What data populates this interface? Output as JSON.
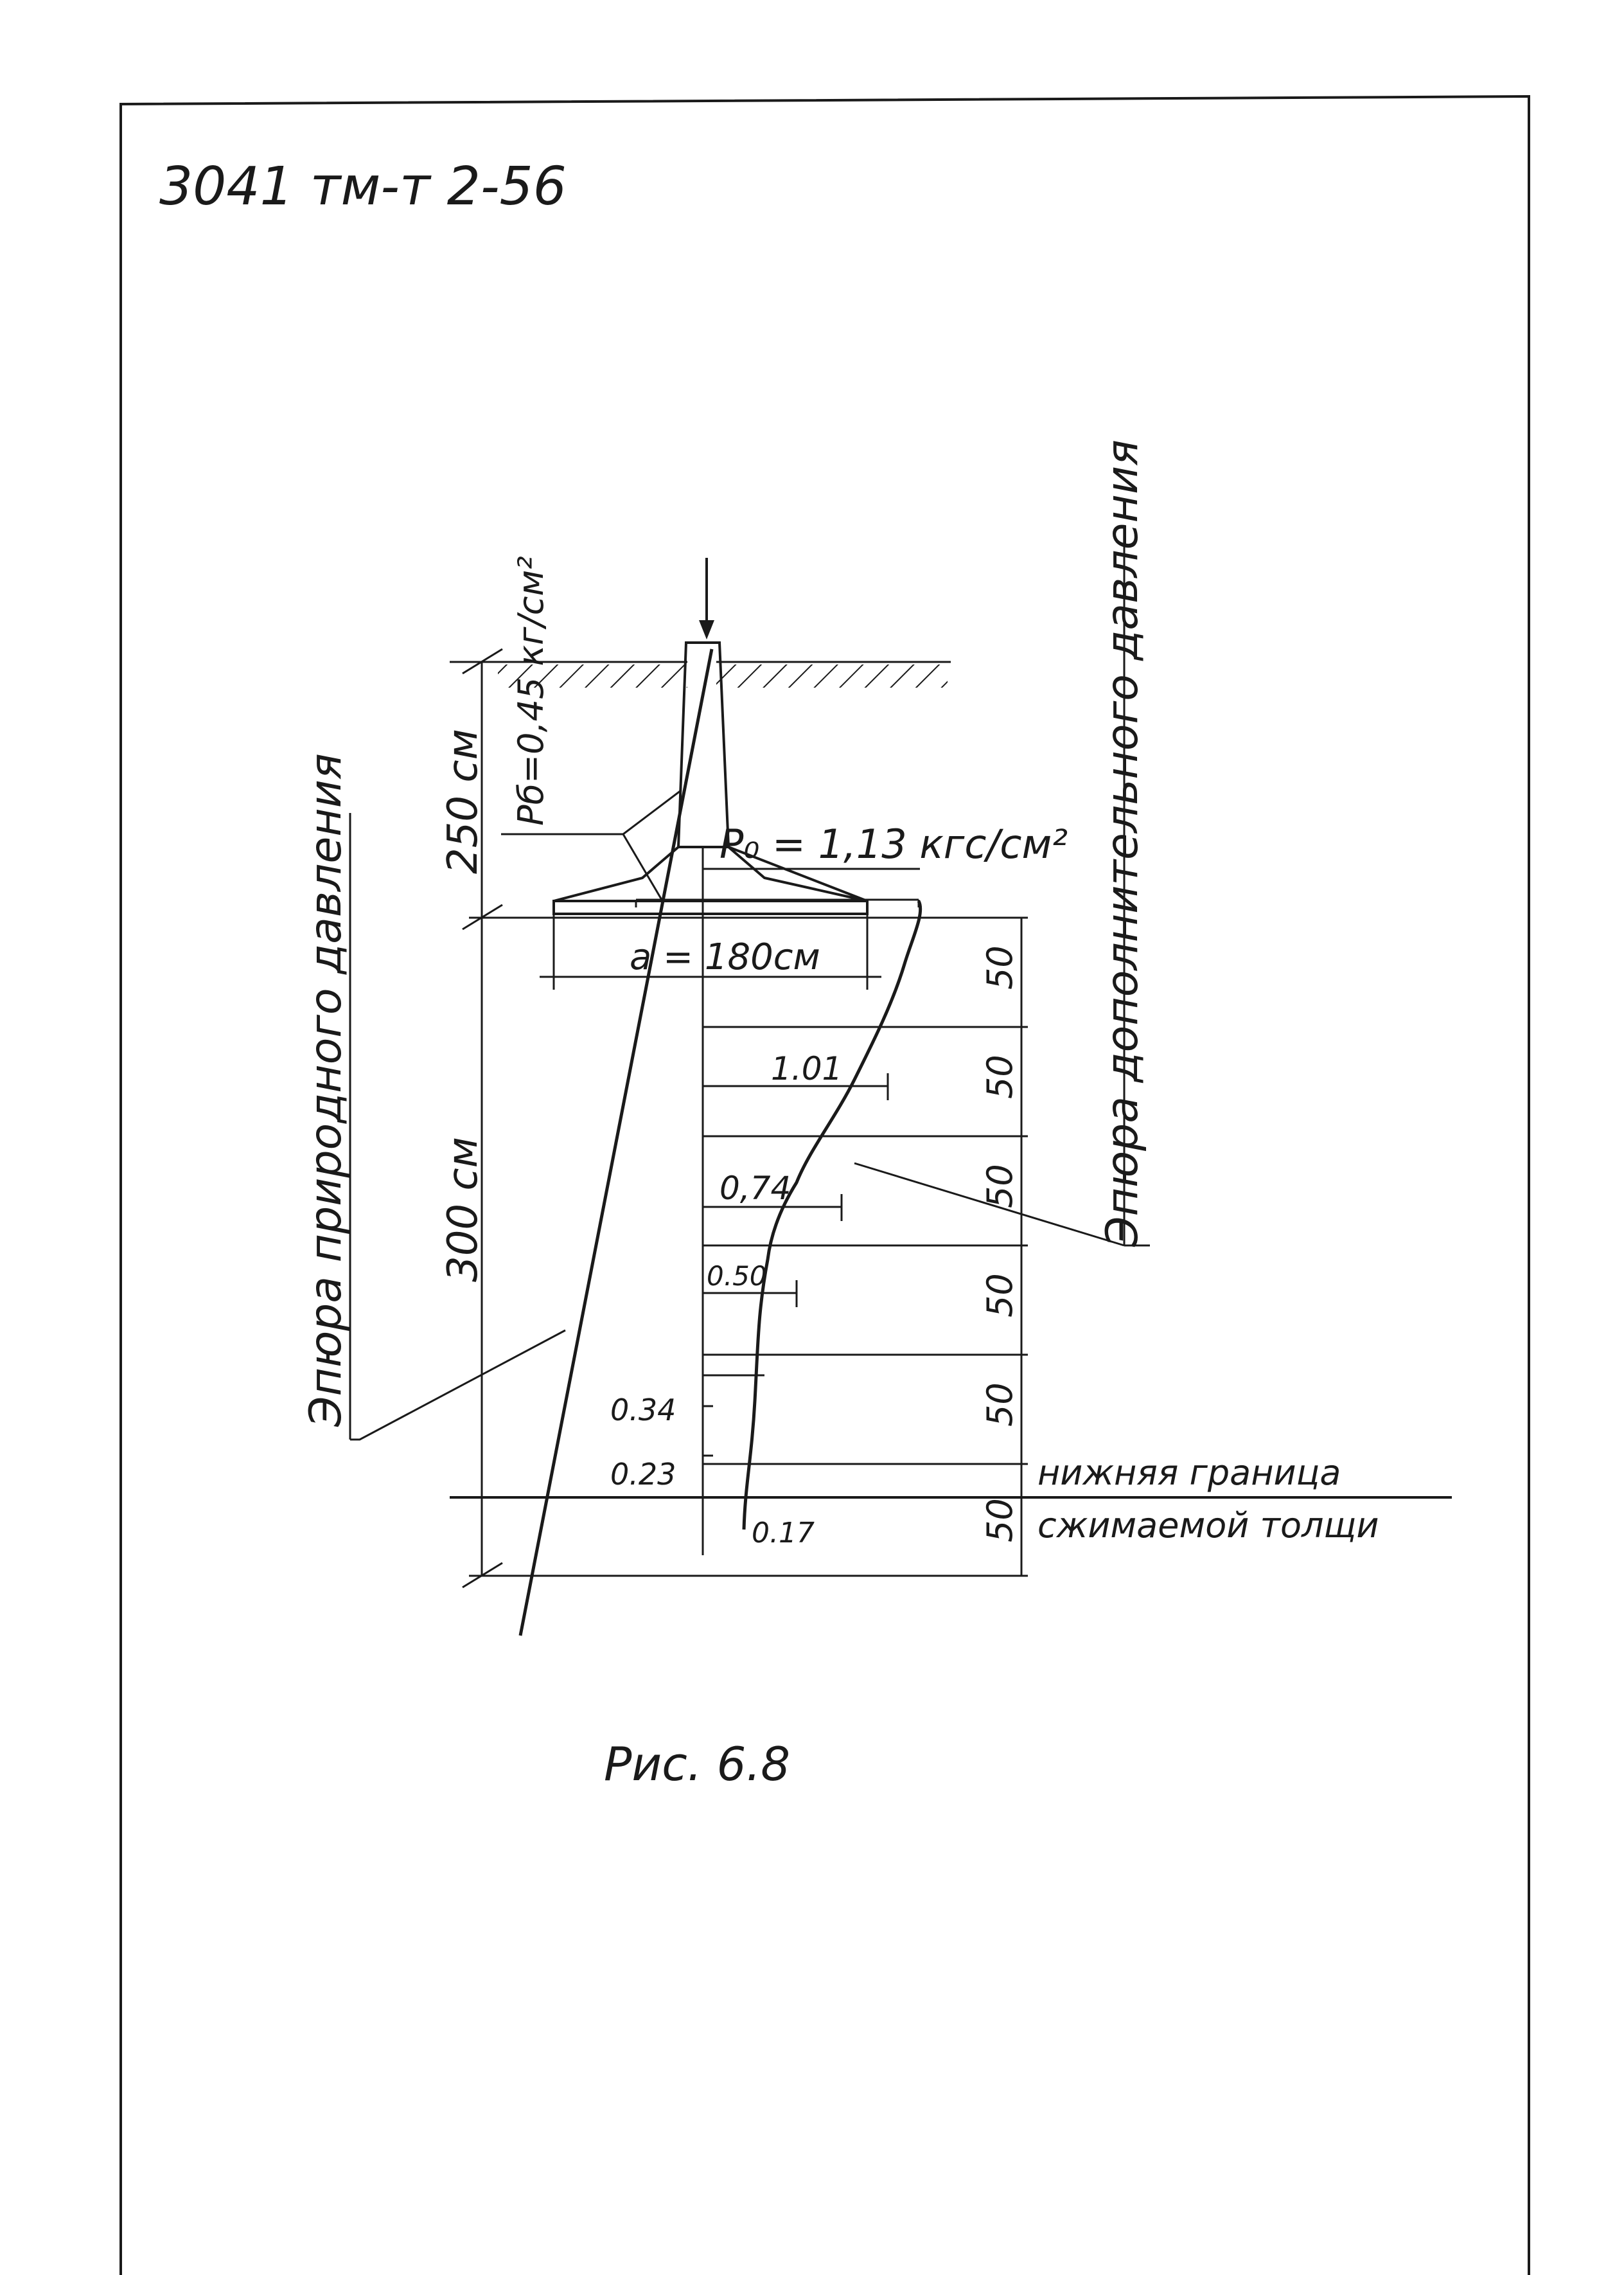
{
  "doc_code": "3041 тм-т 2-56",
  "caption": "Рис. 6.8",
  "labels": {
    "natural_pressure_epure": "Эпюра природного давления",
    "additional_pressure_epure": "Эпюра дополнительного давления",
    "depth_upper": "250 см",
    "depth_lower": "300 см",
    "p_b": "Pб=0,45 кг/см²",
    "p_0": "P₀ = 1,13 кгс/см²",
    "width_a": "а = 180см",
    "lower_boundary_line1": "нижняя граница",
    "lower_boundary_line2": "сжимаемой толщи"
  },
  "layer_thickness": [
    "50",
    "50",
    "50",
    "50",
    "50",
    "50"
  ],
  "additional_pressure_values": [
    "1.01",
    "0,74",
    "0.50",
    "0.34",
    "0.23",
    "0.17"
  ]
}
